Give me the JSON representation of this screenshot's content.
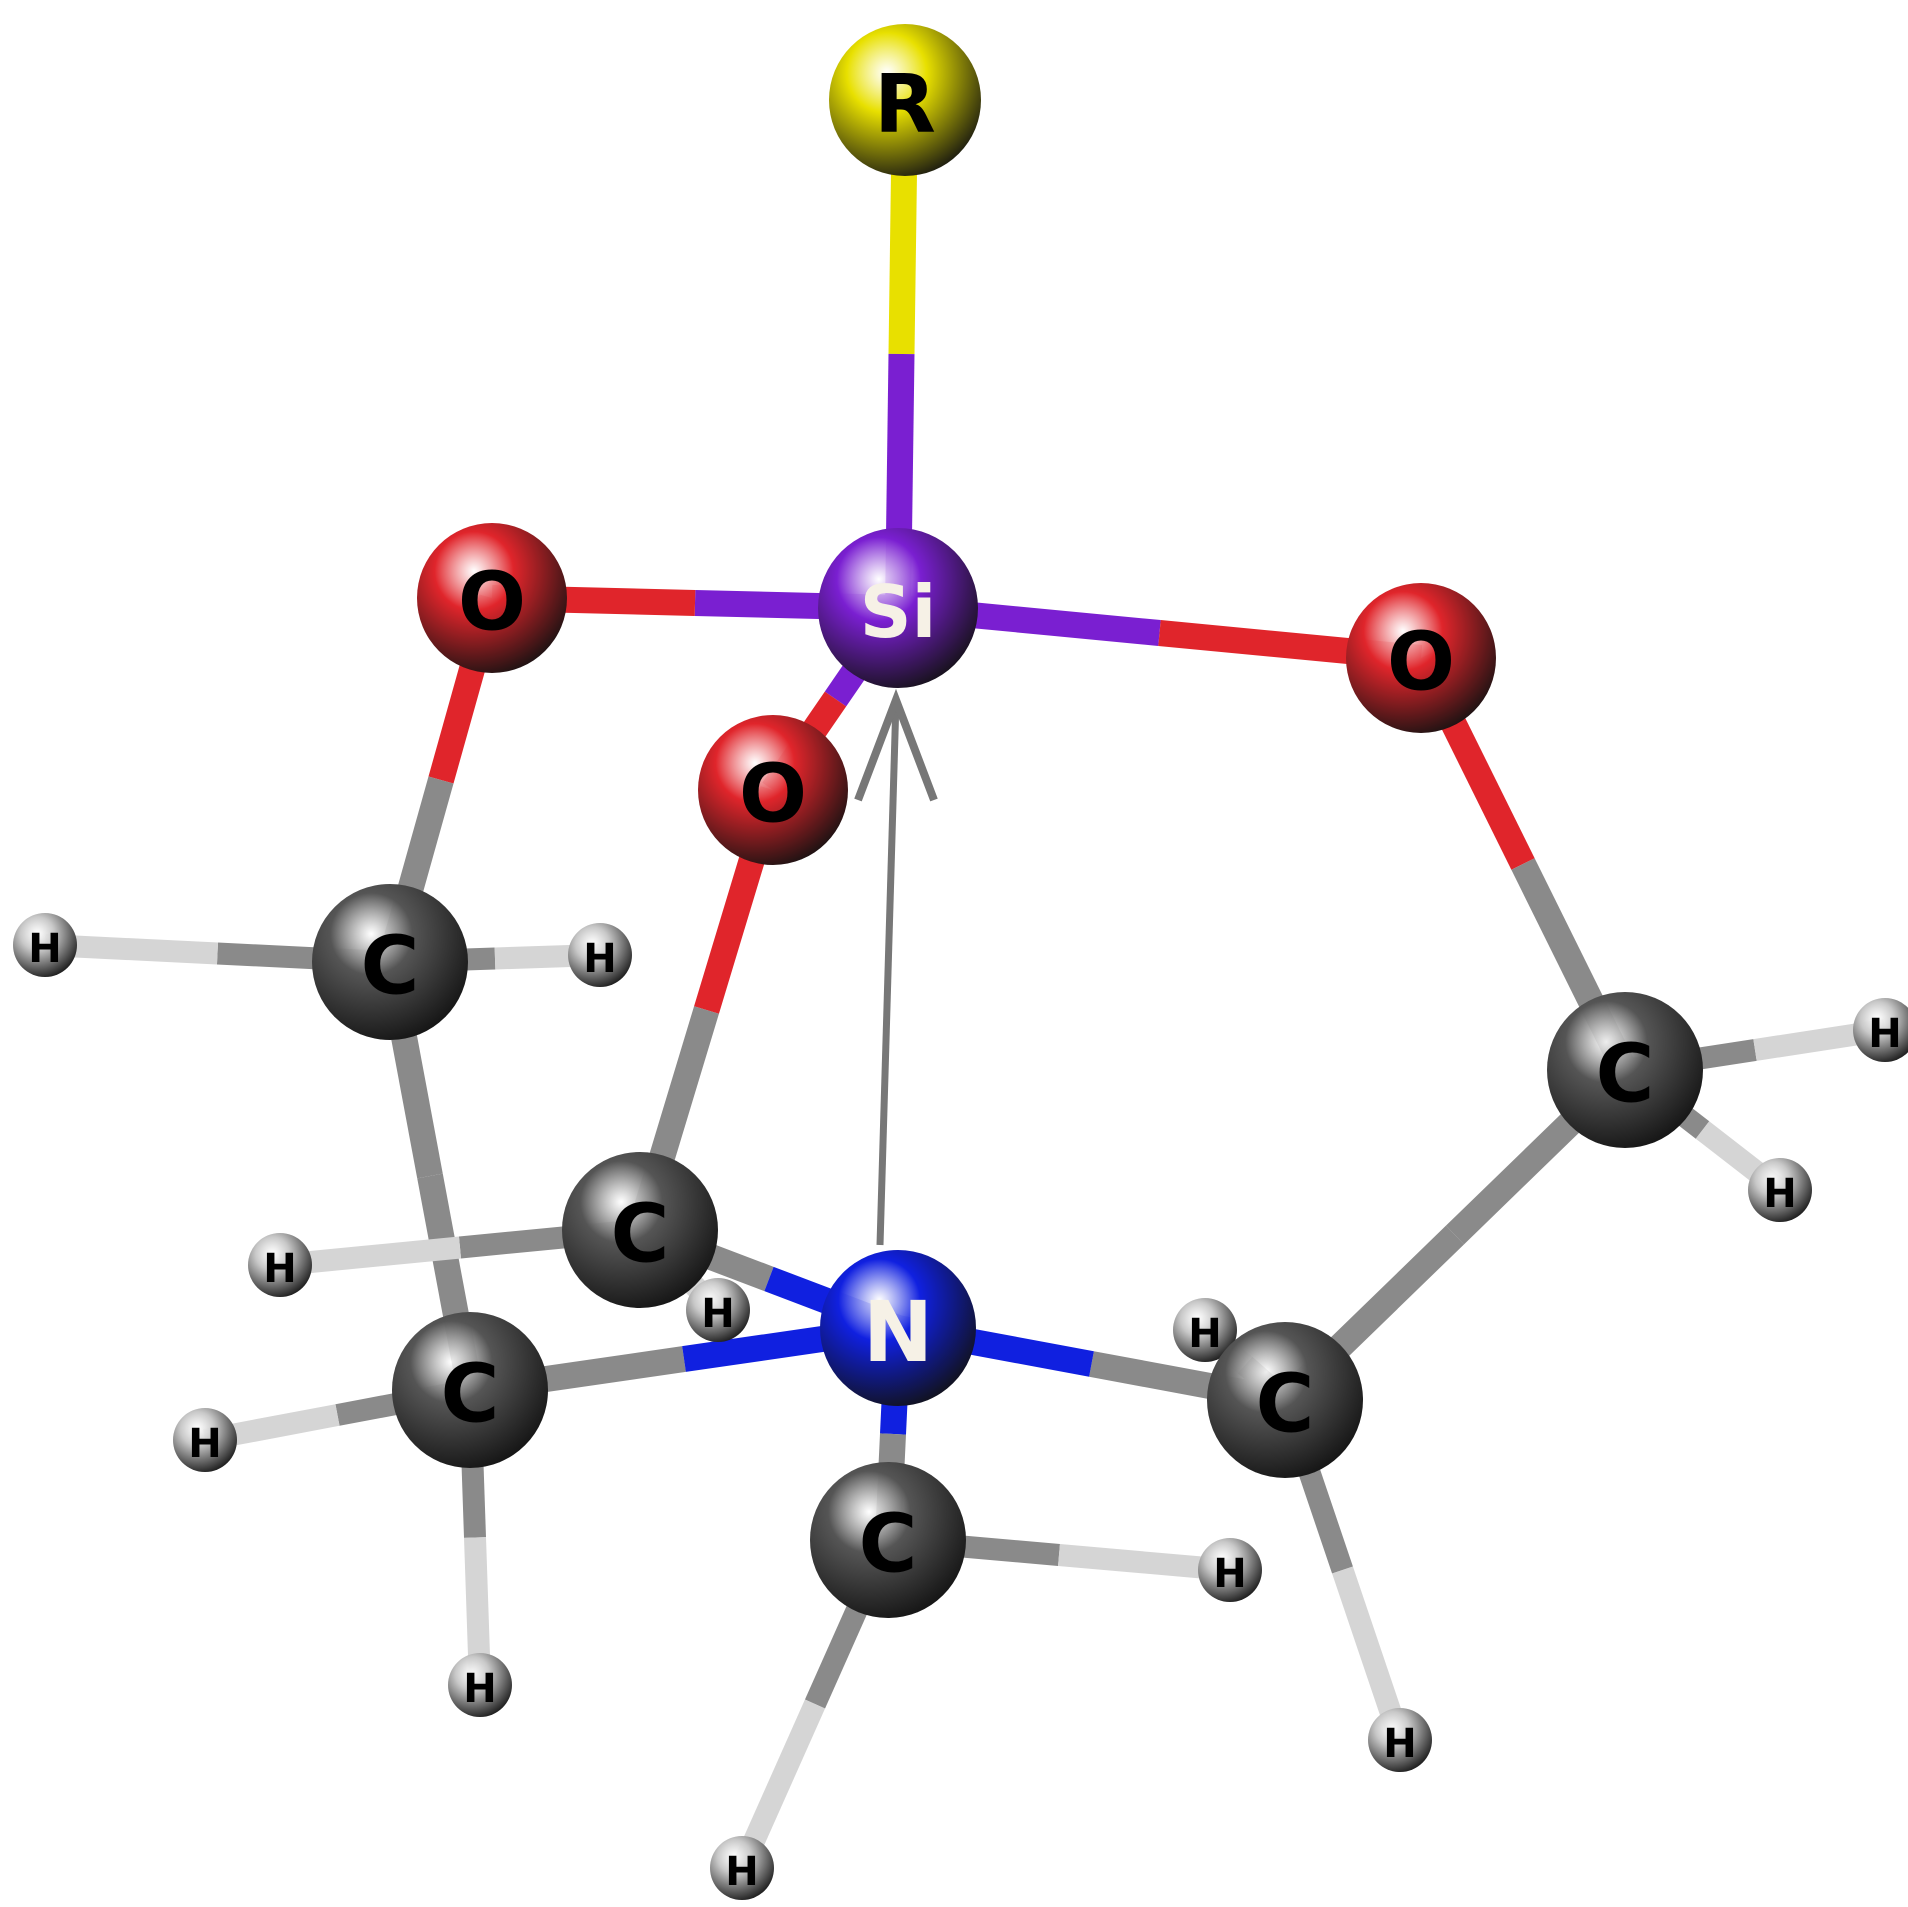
{
  "molecule": {
    "atoms": [
      {
        "id": "R",
        "element": "R",
        "label": "R"
      },
      {
        "id": "Si",
        "element": "Si",
        "label": "Si"
      },
      {
        "id": "O1",
        "element": "O",
        "label": "O"
      },
      {
        "id": "O2",
        "element": "O",
        "label": "O"
      },
      {
        "id": "O3",
        "element": "O",
        "label": "O"
      },
      {
        "id": "C1",
        "element": "C",
        "label": "C"
      },
      {
        "id": "C2",
        "element": "C",
        "label": "C"
      },
      {
        "id": "C3",
        "element": "C",
        "label": "C"
      },
      {
        "id": "C4",
        "element": "C",
        "label": "C"
      },
      {
        "id": "C5",
        "element": "C",
        "label": "C"
      },
      {
        "id": "C6",
        "element": "C",
        "label": "C"
      },
      {
        "id": "N",
        "element": "N",
        "label": "N"
      },
      {
        "id": "H1",
        "element": "H",
        "label": "H"
      },
      {
        "id": "H2",
        "element": "H",
        "label": "H"
      },
      {
        "id": "H3",
        "element": "H",
        "label": "H"
      },
      {
        "id": "H4",
        "element": "H",
        "label": "H"
      },
      {
        "id": "H5",
        "element": "H",
        "label": "H"
      },
      {
        "id": "H6",
        "element": "H",
        "label": "H"
      },
      {
        "id": "H7",
        "element": "H",
        "label": "H"
      },
      {
        "id": "H8",
        "element": "H",
        "label": "H"
      },
      {
        "id": "H9",
        "element": "H",
        "label": "H"
      },
      {
        "id": "H10",
        "element": "H",
        "label": "H"
      },
      {
        "id": "H11",
        "element": "H",
        "label": "H"
      },
      {
        "id": "H12",
        "element": "H",
        "label": "H"
      }
    ],
    "bonds": [
      [
        "R",
        "Si"
      ],
      [
        "Si",
        "O1"
      ],
      [
        "Si",
        "O2"
      ],
      [
        "Si",
        "O3"
      ],
      [
        "O1",
        "C1"
      ],
      [
        "O2",
        "C3"
      ],
      [
        "O3",
        "C2"
      ],
      [
        "C1",
        "C4"
      ],
      [
        "C3",
        "N"
      ],
      [
        "C4",
        "N"
      ],
      [
        "C5",
        "N"
      ],
      [
        "C2",
        "C5"
      ],
      [
        "N",
        "C6"
      ],
      [
        "C1",
        "H1"
      ],
      [
        "C1",
        "H2"
      ],
      [
        "C2",
        "H3"
      ],
      [
        "C2",
        "H4"
      ],
      [
        "C3",
        "H5"
      ],
      [
        "C3",
        "H6"
      ],
      [
        "C4",
        "H7"
      ],
      [
        "C4",
        "H8"
      ],
      [
        "C5",
        "H9"
      ],
      [
        "C5",
        "H10"
      ],
      [
        "C6",
        "H11"
      ],
      [
        "C6",
        "H12"
      ]
    ],
    "dative_arrow": {
      "from": "N",
      "to": "Si"
    }
  },
  "colors": {
    "R": "#e8e000",
    "Si": "#7a1fd1",
    "O": "#e0252b",
    "N": "#1020e0",
    "C": "#555555",
    "H": "#c8c8c8",
    "arrow": "#777777",
    "label_dark": "#000000",
    "label_light": "#f6f1e6"
  }
}
